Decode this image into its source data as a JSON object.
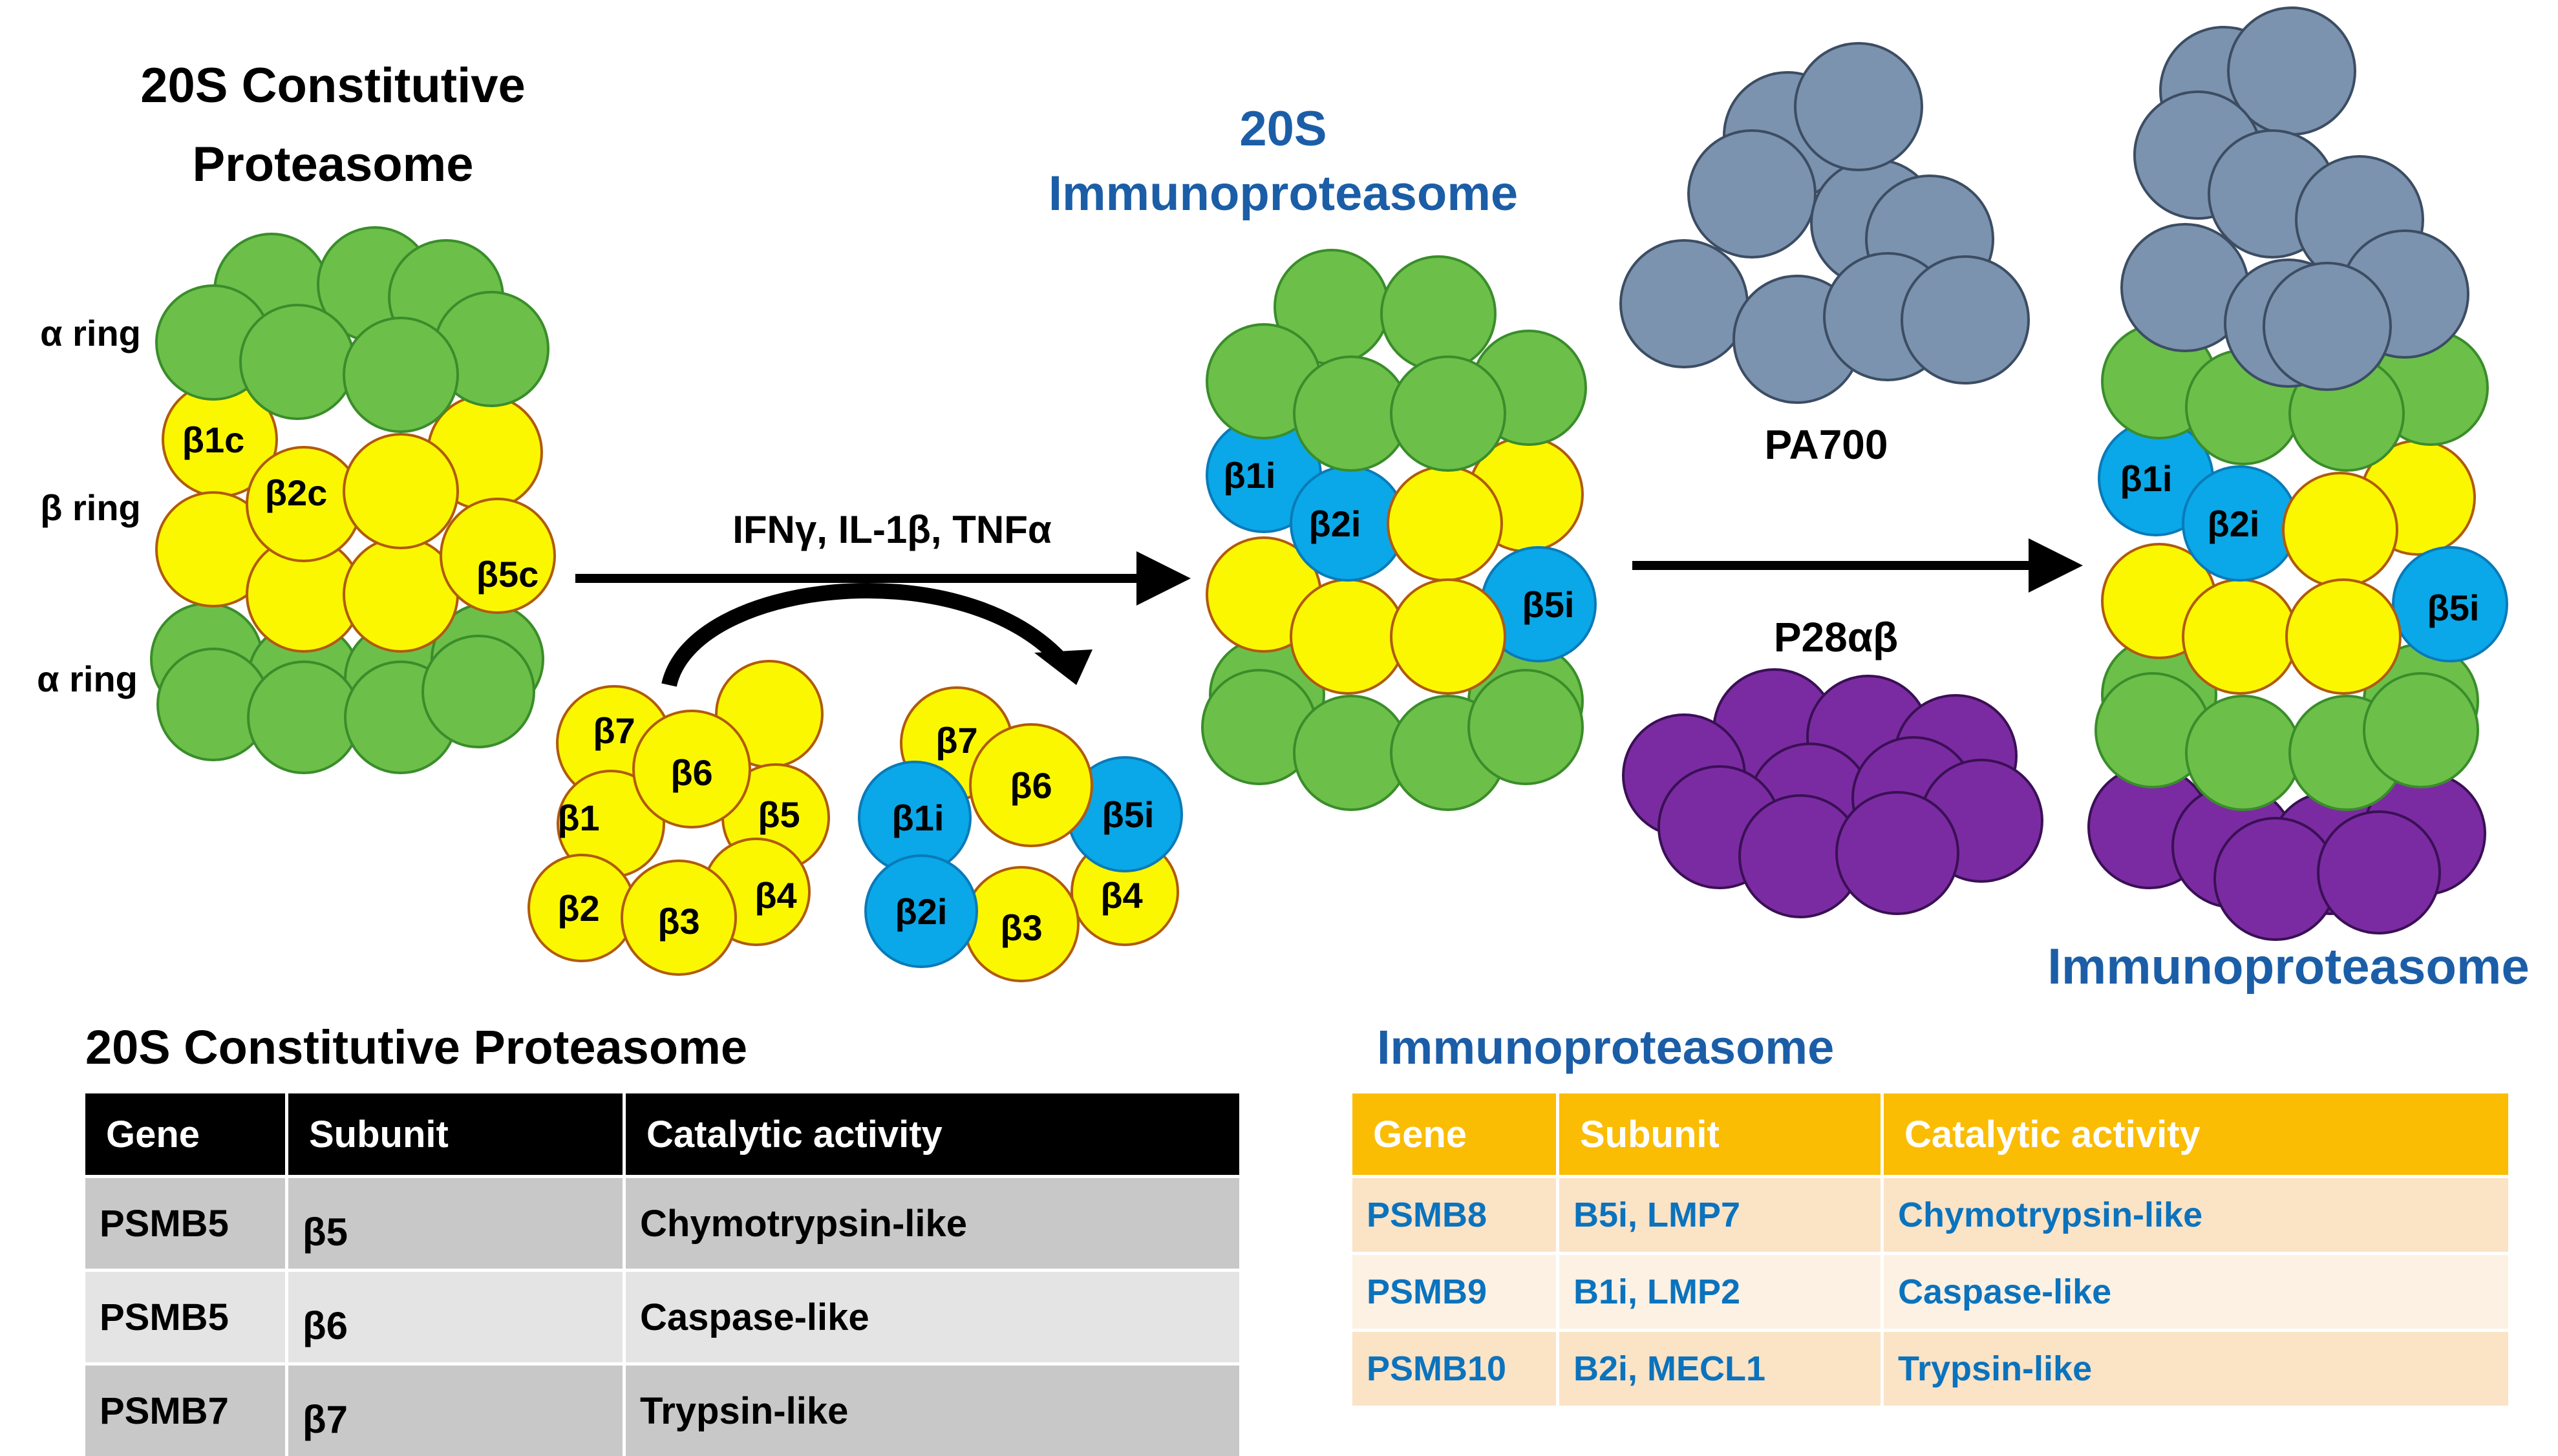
{
  "colors": {
    "alpha_green": "#6cc04a",
    "beta_yellow": "#fbf700",
    "beta_i_blue": "#0aa8e8",
    "pa700_gray": "#7b93ae",
    "p28_purple": "#7b2ba2",
    "immuno_text_blue": "#1b5ea7",
    "table_orange": "#fbbc04",
    "table_text_blue": "#0b73bd"
  },
  "labels": {
    "constitutive_title_1": "20S Constitutive",
    "constitutive_title_2": "Proteasome",
    "alpha_ring_top": "α ring",
    "beta_ring": "β ring",
    "alpha_ring_bottom": "α ring",
    "cytokines": "IFNγ, IL-1β, TNFα",
    "immuno20s_title_1": "20S",
    "immuno20s_title_2": "Immunoproteasome",
    "pa700": "PA700",
    "p28": "P28αβ",
    "immuno_final": "Immunoproteasome"
  },
  "subunits": {
    "b1c": "β1c",
    "b2c": "β2c",
    "b5c": "β5c",
    "b1i": "β1i",
    "b2i": "β2i",
    "b5i": "β5i",
    "b1": "β1",
    "b2": "β2",
    "b3": "β3",
    "b4": "β4",
    "b5": "β5",
    "b6": "β6",
    "b7": "β7"
  },
  "table_constitutive": {
    "title": "20S Constitutive Proteasome",
    "headers": [
      "Gene",
      "Subunit",
      "Catalytic activity"
    ],
    "rows": [
      [
        "PSMB5",
        "β5",
        "Chymotrypsin-like"
      ],
      [
        "PSMB5",
        "β6",
        "Caspase-like"
      ],
      [
        "PSMB7",
        "β7",
        "Trypsin-like"
      ]
    ]
  },
  "table_immuno": {
    "title": "Immunoproteasome",
    "headers": [
      "Gene",
      "Subunit",
      "Catalytic activity"
    ],
    "rows": [
      [
        "PSMB8",
        "B5i, LMP7",
        "Chymotrypsin-like"
      ],
      [
        "PSMB9",
        "B1i, LMP2",
        "Caspase-like"
      ],
      [
        "PSMB10",
        "B2i, MECL1",
        "Trypsin-like"
      ]
    ]
  }
}
